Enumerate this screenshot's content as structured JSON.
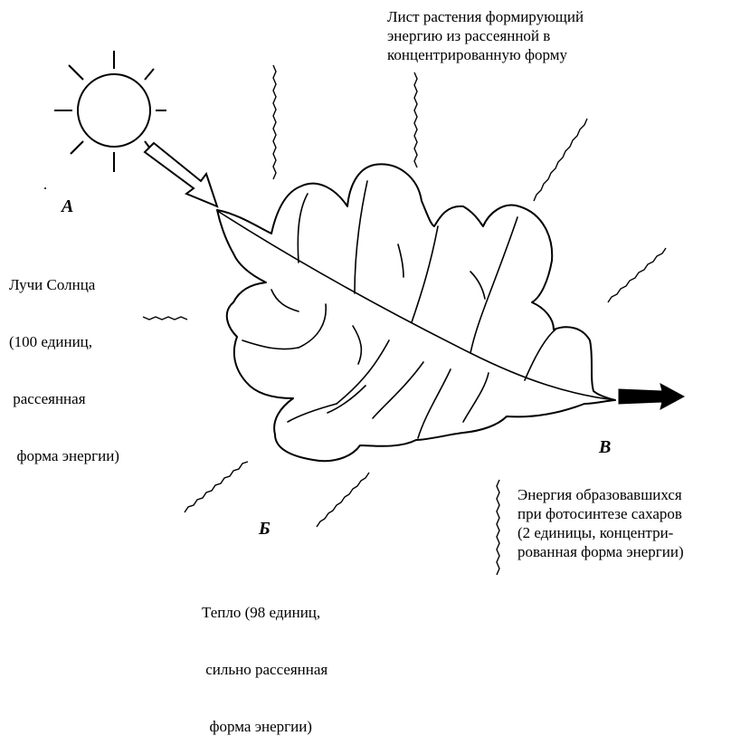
{
  "labels": {
    "a": "А",
    "b": "Б",
    "v": "В"
  },
  "captions": {
    "leaf": [
      "Лист растения формирующий",
      "энергию из рассеянной в",
      "концентрированную форму"
    ],
    "sun": [
      "Лучи Солнца",
      "(100 единиц,",
      " рассеянная",
      "  форма энергии)"
    ],
    "heat": [
      "Тепло (98 единиц,",
      " сильно рассеянная",
      "  форма энергии)"
    ],
    "sugar": [
      "Энергия образовавшихся",
      "при фотосинтезе сахаров",
      "(2 единицы, концентри-",
      "рованная форма энергии)"
    ]
  },
  "colors": {
    "ink": "#000000",
    "paper": "#ffffff"
  }
}
